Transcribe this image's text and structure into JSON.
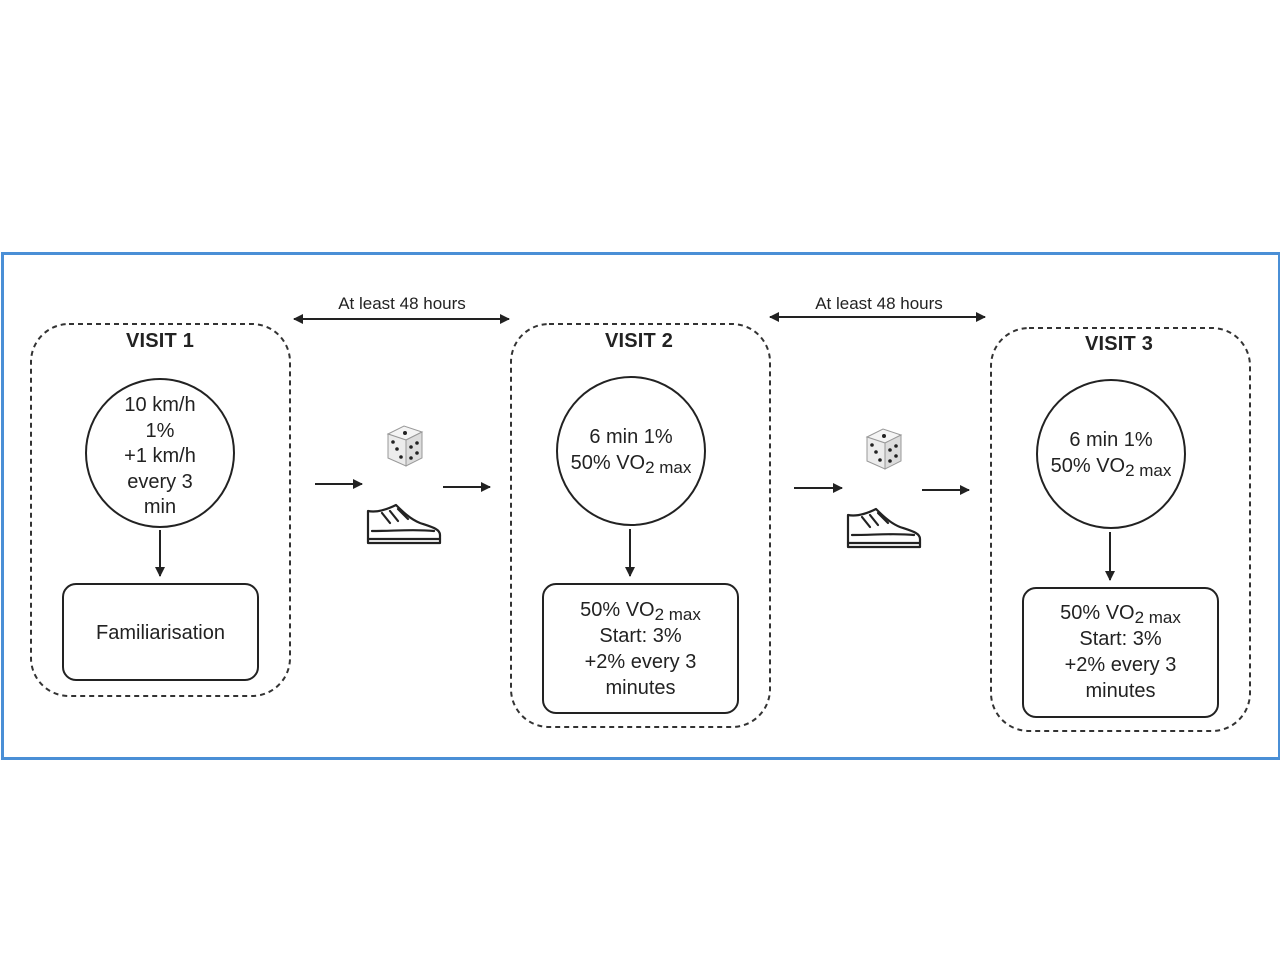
{
  "gaps": [
    {
      "label": "At least 48 hours"
    },
    {
      "label": "At least 48 hours"
    }
  ],
  "visits": [
    {
      "title": "VISIT 1",
      "circle_lines": [
        "10 km/h",
        "1%",
        "+1 km/h",
        "every 3",
        "min"
      ],
      "box_text": "Familiarisation"
    },
    {
      "title": "VISIT 2",
      "circle_line1": "6 min 1%",
      "circle_vo2_prefix": "50% VO",
      "circle_vo2_sub": "2 max",
      "box_vo2_prefix": "50% VO",
      "box_vo2_sub": "2 max",
      "box_lines": [
        "Start: 3%",
        "+2% every 3",
        "minutes"
      ]
    },
    {
      "title": "VISIT 3",
      "circle_line1": "6 min 1%",
      "circle_vo2_prefix": "50% VO",
      "circle_vo2_sub": "2 max",
      "box_vo2_prefix": "50% VO",
      "box_vo2_sub": "2 max",
      "box_lines": [
        "Start: 3%",
        "+2% every 3",
        "minutes"
      ]
    }
  ],
  "icons": [
    "dice-icon",
    "running-shoe-icon"
  ],
  "colors": {
    "frame_border": "#4a8fd6",
    "line": "#222222"
  }
}
